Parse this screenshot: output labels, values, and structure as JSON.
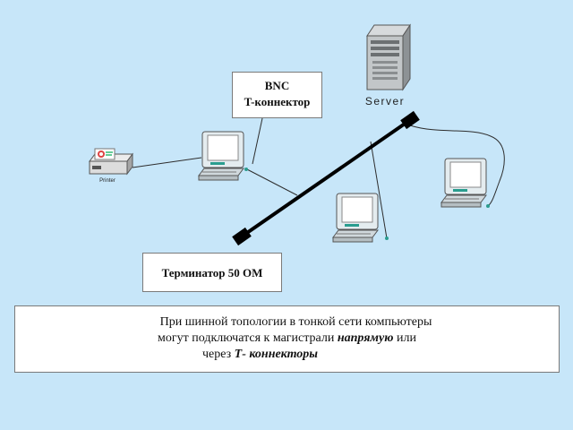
{
  "labels": {
    "bnc_line1": "BNC",
    "bnc_line2": "T-коннектор",
    "terminator": "Терминатор 50 ОМ",
    "server": "Server",
    "printer": "Printer"
  },
  "note": {
    "line1": "При шинной топологии  в тонкой сети компьютеры",
    "line2_pre": "могут подключатся к магистрали ",
    "line2_emph": "напрямую",
    "line2_post": "  или",
    "line3_pre": "через  ",
    "line3_emph": "Т- коннекторы"
  },
  "colors": {
    "background": "#c7e6f9",
    "bus": "#000000",
    "cable": "#2e2e2e",
    "monitor_screen": "#ffffff",
    "computer_case": "#e4ecef"
  }
}
